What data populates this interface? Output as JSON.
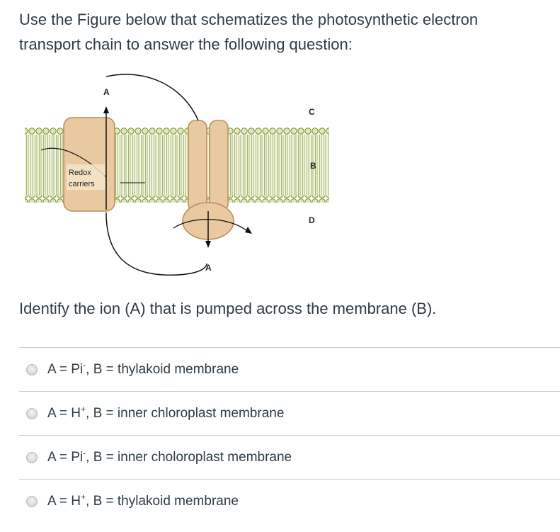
{
  "question": {
    "intro": "Use the Figure below that schematizes the photosynthetic electron transport chain to answer the following question:",
    "prompt": "Identify the ion (A) that is pumped across the membrane (B)."
  },
  "figure": {
    "label_a_top": "A",
    "label_a_bottom": "A",
    "label_b": "B",
    "label_c": "C",
    "label_d": "D",
    "redox_line1": "Redox",
    "redox_line2": "carriers"
  },
  "answers": [
    {
      "prefix": "A = Pi",
      "sup": "-",
      "suffix": ", B = thylakoid membrane"
    },
    {
      "prefix": "A = H",
      "sup": "+",
      "suffix": ", B = inner chloroplast membrane"
    },
    {
      "prefix": "A = Pi",
      "sup": "-",
      "suffix": ", B = inner choloroplast membrane"
    },
    {
      "prefix": "A = H",
      "sup": "+",
      "suffix": ", B = thylakoid membrane"
    }
  ]
}
